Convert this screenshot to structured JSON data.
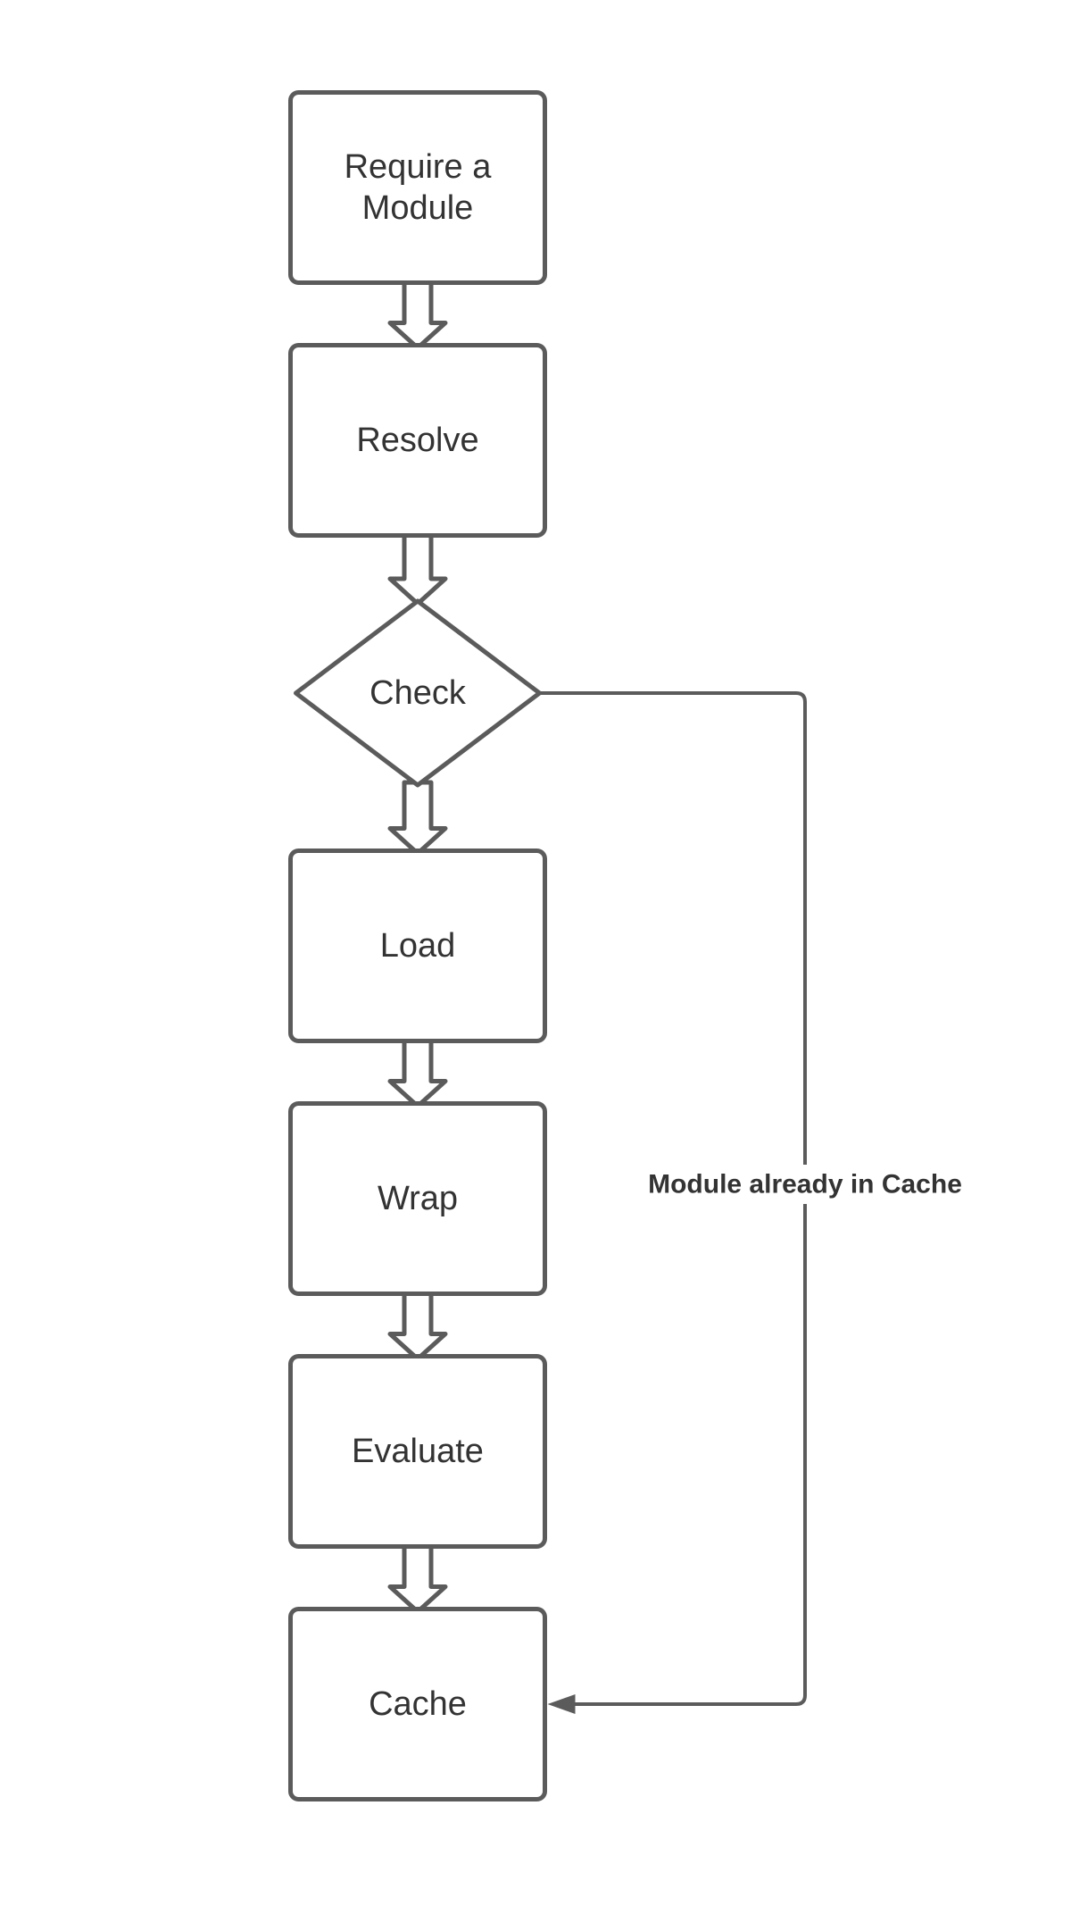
{
  "colors": {
    "stroke": "#5b5b5b",
    "text": "#333333",
    "background": "#ffffff"
  },
  "nodes": [
    {
      "id": "require",
      "shape": "rounded-rect",
      "lines": [
        "Require a",
        "Module"
      ]
    },
    {
      "id": "resolve",
      "shape": "rounded-rect",
      "lines": [
        "Resolve"
      ]
    },
    {
      "id": "check",
      "shape": "diamond",
      "lines": [
        "Check"
      ]
    },
    {
      "id": "load",
      "shape": "rounded-rect",
      "lines": [
        "Load"
      ]
    },
    {
      "id": "wrap",
      "shape": "rounded-rect",
      "lines": [
        "Wrap"
      ]
    },
    {
      "id": "evaluate",
      "shape": "rounded-rect",
      "lines": [
        "Evaluate"
      ]
    },
    {
      "id": "cache",
      "shape": "rounded-rect",
      "lines": [
        "Cache"
      ]
    }
  ],
  "edges": [
    {
      "from": "require",
      "to": "resolve",
      "style": "block-arrow"
    },
    {
      "from": "resolve",
      "to": "check",
      "style": "block-arrow"
    },
    {
      "from": "check",
      "to": "load",
      "style": "block-arrow"
    },
    {
      "from": "load",
      "to": "wrap",
      "style": "block-arrow"
    },
    {
      "from": "wrap",
      "to": "evaluate",
      "style": "block-arrow"
    },
    {
      "from": "evaluate",
      "to": "cache",
      "style": "block-arrow"
    },
    {
      "from": "check",
      "to": "cache",
      "style": "connector",
      "label": "Module already in Cache"
    }
  ]
}
